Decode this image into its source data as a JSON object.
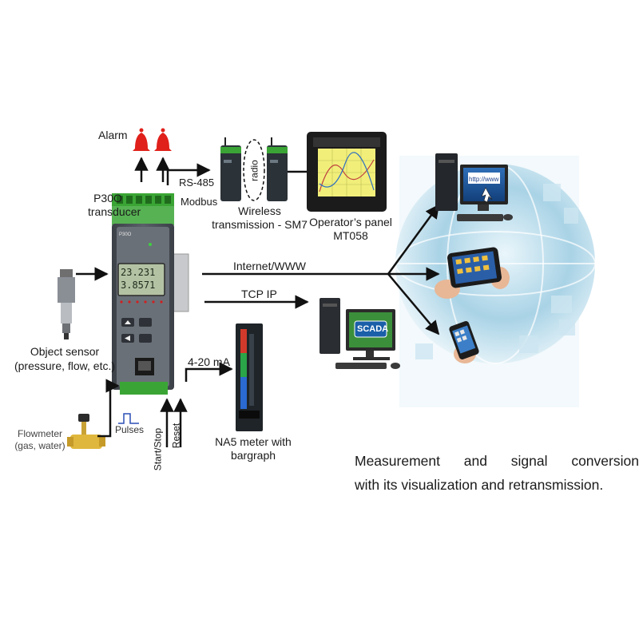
{
  "labels": {
    "alarm": "Alarm",
    "rs485": "RS-485",
    "modbus": "Modbus",
    "radio": "radio",
    "wireless_line1": "Wireless",
    "wireless_line2": "transmission - SM7",
    "panel_line1": "Operator’s panel",
    "panel_line2": "MT058",
    "transducer_line1": "P30O",
    "transducer_line2": "transducer",
    "internet": "Internet/WWW",
    "tcpip": "TCP IP",
    "sensor_line1": "Object sensor",
    "sensor_line2": "(pressure, flow, etc.)",
    "ma": "4-20 mA",
    "flowmeter_line1": "Flowmeter",
    "flowmeter_line2": "(gas, water)",
    "pulses": "Pulses",
    "startstop": "Start/Stop",
    "reset": "Reset",
    "meter_line1": "NA5 meter with",
    "meter_line2": "bargraph",
    "scada": "SCADA",
    "http": "http://www",
    "device_lcd1": "23.231",
    "device_lcd2": "3.8571",
    "device_model": "P30O"
  },
  "caption": {
    "line1_words": [
      "Measurement",
      "and",
      "signal",
      "conversion"
    ],
    "line2": "with its visualization and retransmission."
  },
  "colors": {
    "alarm": "#e0201a",
    "terminal_green": "#3aa535",
    "device_body": "#4a5058",
    "arrow": "#111111",
    "globe": "#7fb9d6"
  }
}
